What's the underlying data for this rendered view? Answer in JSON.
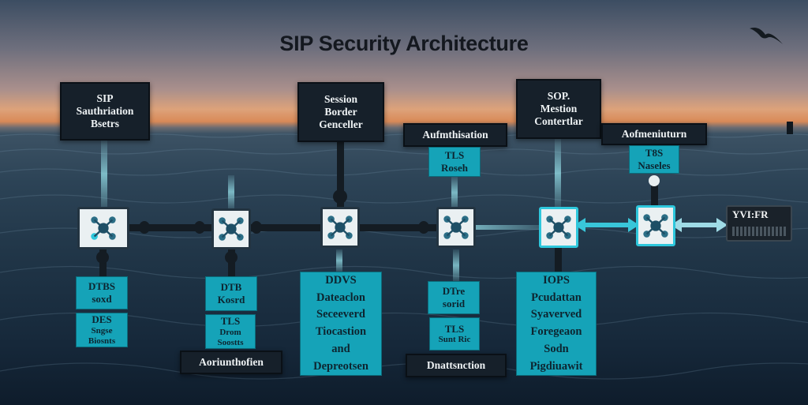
{
  "title": "SIP Security Architecture",
  "top_boxes": {
    "b1": [
      "SIP",
      "Sauthriation",
      "Bsetrs"
    ],
    "b2": [
      "Session",
      "Border",
      "Genceller"
    ],
    "b3": [
      "SOP.",
      "Mestion",
      "Contertlar"
    ],
    "auth1": "Aufmthisation",
    "auth2": "Aofmeniuturn"
  },
  "small_boxes": {
    "tls_a": [
      "TLS",
      "Roseh"
    ],
    "tls_b": [
      "T8S",
      "Naseles"
    ]
  },
  "device_label": "YVI:FR",
  "bottom": {
    "col1": {
      "top": [
        "DTBS",
        "soxd"
      ],
      "bottom": [
        "DES",
        "Sngse",
        "Biosnts"
      ]
    },
    "col2": {
      "top": [
        "DTB",
        "Kosrd"
      ],
      "bottom": [
        "TLS",
        "Drom",
        "Soostts"
      ],
      "label": "Aoriunthofien"
    },
    "col3": {
      "lines": [
        "DDVS",
        "Dateaclon",
        "Seceeverd",
        "Tiocastion",
        "and",
        "Depreotsen"
      ]
    },
    "col4": {
      "top": [
        "DTre",
        "sorid"
      ],
      "bottom": [
        "TLS",
        "Sunt Ric"
      ],
      "label": "Dnattsnction"
    },
    "col5": {
      "lines": [
        "IOPS",
        "Pcudattan",
        "Syaverved",
        "Foregeaon",
        "Sodn",
        "Pigdiuawit"
      ]
    }
  }
}
